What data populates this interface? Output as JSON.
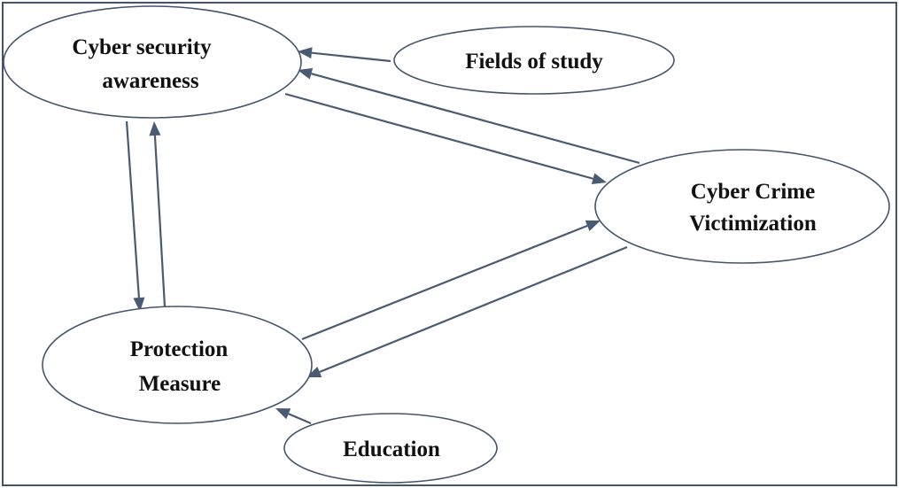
{
  "diagram": {
    "nodes": [
      {
        "id": "awareness",
        "lines": [
          "Cyber security",
          "awareness"
        ]
      },
      {
        "id": "fields",
        "lines": [
          "Fields of study"
        ]
      },
      {
        "id": "victimization",
        "lines": [
          "Cyber Crime",
          "Victimization"
        ]
      },
      {
        "id": "protection",
        "lines": [
          "Protection",
          "Measure"
        ]
      },
      {
        "id": "education",
        "lines": [
          "Education"
        ]
      }
    ],
    "edges": [
      {
        "from": "fields",
        "to": "awareness"
      },
      {
        "from": "victimization",
        "to": "awareness"
      },
      {
        "from": "awareness",
        "to": "victimization"
      },
      {
        "from": "awareness",
        "to": "protection"
      },
      {
        "from": "protection",
        "to": "awareness"
      },
      {
        "from": "protection",
        "to": "victimization"
      },
      {
        "from": "victimization",
        "to": "protection"
      },
      {
        "from": "education",
        "to": "protection"
      }
    ],
    "colors": {
      "arrow": "#4a5a72",
      "outline": "#44546a"
    }
  }
}
